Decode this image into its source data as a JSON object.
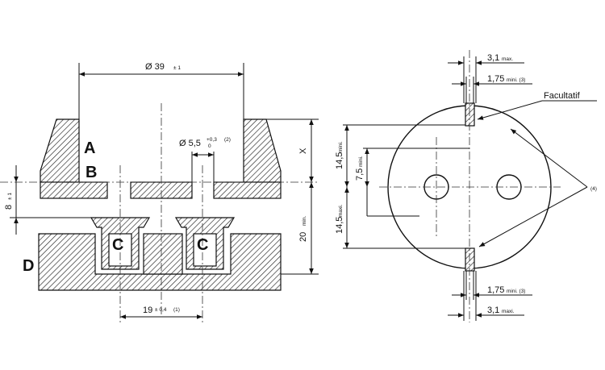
{
  "left_view": {
    "dim_outer_diameter": "Ø 39",
    "dim_outer_diameter_tol": "± 1",
    "dim_hole_diameter": "Ø 5,5",
    "dim_hole_tol_upper": "+0,3",
    "dim_hole_tol_lower": "0",
    "dim_hole_note": "(2)",
    "label_a": "A",
    "label_b": "B",
    "label_c1": "C",
    "label_c2": "C",
    "label_d": "D",
    "dim_x": "X",
    "dim_gap": "8",
    "dim_gap_tol": "± 1",
    "dim_depth": "20",
    "dim_depth_suffix": "min.",
    "dim_spacing": "19",
    "dim_spacing_tol": "± 0,4",
    "dim_spacing_note": "(1)"
  },
  "right_view": {
    "dim_width_top": "3,1",
    "dim_width_top_suffix": "max.",
    "dim_slot_top": "1,75",
    "dim_slot_top_suffix": "mini. (3)",
    "label_facultatif": "Facultatif",
    "note_4": "(4)",
    "dim_14_5_top": "14,5",
    "dim_14_5_top_suffix": "mini.",
    "dim_7_5": "7,5",
    "dim_7_5_suffix": "mini.",
    "dim_14_5_bottom": "14,5",
    "dim_14_5_bottom_suffix": "maxi.",
    "dim_slot_bottom": "1,75",
    "dim_slot_bottom_suffix": "mini. (3)",
    "dim_width_bottom": "3,1",
    "dim_width_bottom_suffix": "maxi."
  }
}
